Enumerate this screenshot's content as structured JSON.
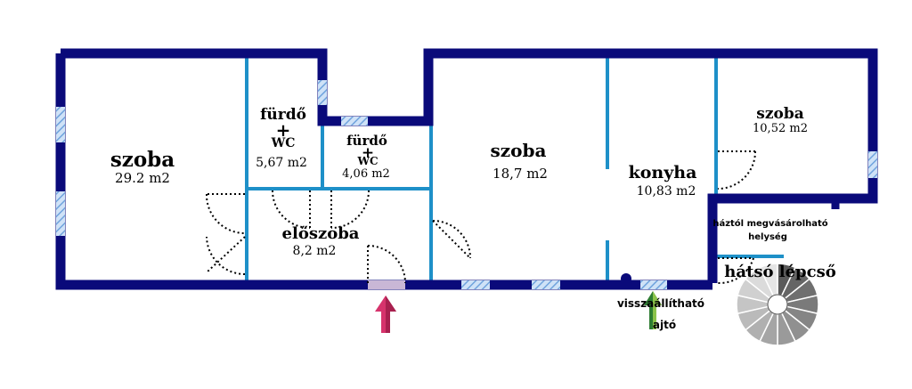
{
  "rooms": {
    "szoba_left": {
      "name": "szoba",
      "area": "29.2 m2"
    },
    "furdo1": {
      "name": "fürdő",
      "plus": "+",
      "wc": "WC",
      "area": "5,67 m2"
    },
    "furdo2": {
      "name": "fürdő",
      "plus": "+",
      "wc": "WC",
      "area": "4,06 m2"
    },
    "eloszoba": {
      "name": "előszoba",
      "area": "8,2 m2"
    },
    "szoba_mid": {
      "name": "szoba",
      "area": "18,7 m2"
    },
    "konyha": {
      "name": "konyha",
      "area": "10,83 m2"
    },
    "szoba_right": {
      "name": "szoba",
      "area": "10,52 m2"
    },
    "hazto": {
      "line1": "háztól megvásárolható",
      "line2": "helység"
    }
  },
  "labels": {
    "hatso_lepcso": "hátsó lépcső",
    "visszaallithato_line1": "visszaállítható",
    "visszaallithato_line2": "ajtó"
  },
  "colors": {
    "outer_wall": "#0a0a7a",
    "inner_wall": "#1e90c8",
    "window_hatch": "#7fb2e6",
    "entrance_arrow": "#d6336c",
    "restorable_arrow": "#2e7d32"
  }
}
